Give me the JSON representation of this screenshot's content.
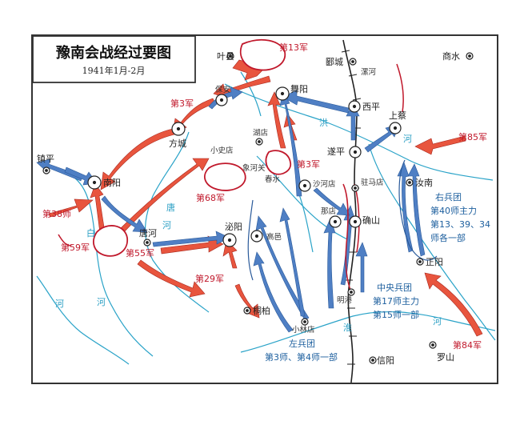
{
  "legend": {
    "title": "豫南会战经过要图",
    "subtitle": "1941年1月-2月"
  },
  "colors": {
    "japanese": "#e8553e",
    "chinese": "#4f7fc4",
    "river": "#2aa3c8",
    "railway": "#222222"
  },
  "cities": {
    "yexian": "叶县",
    "yancheng": "郾城",
    "luohe": "漯河",
    "shangshui": "商水",
    "bao_an": "保安",
    "wuyang": "舞阳",
    "xiping": "西平",
    "shangcai": "上蔡",
    "fangcheng": "方城",
    "zhenping": "镇平",
    "nanyang": "南阳",
    "xiaoshidian": "小史店",
    "laojie": "湖店",
    "xianghe": "象河关",
    "chunshui": "春水",
    "shahedian": "沙河店",
    "suiping": "遂平",
    "zhumadian": "驻马店",
    "runan": "汝南",
    "tanghe": "唐河",
    "biyang": "泌阳",
    "gaoyi": "高邑",
    "nadian": "那店",
    "queshan": "确山",
    "zhengyang": "正阳",
    "minggang": "明港",
    "tongbai": "桐柏",
    "xiaolindian": "小林店",
    "xinyang": "信阳",
    "luoshan": "罗山"
  },
  "rivers": {
    "hong1": "洪",
    "hong2": "河",
    "tang": "唐",
    "bai": "白",
    "he_bai": "河",
    "he_tang": "河",
    "he_left": "河",
    "huai1": "淮",
    "huai2": "河"
  },
  "japanese_units": {
    "j13": "第13军",
    "j3a": "第3军",
    "j3b": "第3军",
    "j68": "第68军",
    "j38": "第38师",
    "j59": "第59军",
    "j55": "第55军",
    "j29": "第29军",
    "j85": "第85军",
    "j84": "第84军"
  },
  "chinese_groups": {
    "right": [
      "右兵团",
      "第40师主力",
      "第13、39、34",
      "师各一部"
    ],
    "center": [
      "中央兵团",
      "第17师主力",
      "第15师一部"
    ],
    "left": [
      "左兵团",
      "第3师、第4师一部"
    ]
  }
}
